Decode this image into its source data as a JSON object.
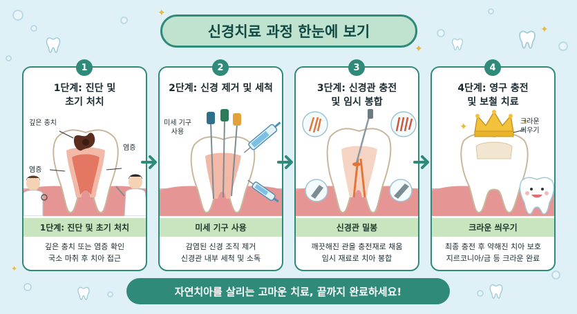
{
  "title": "신경치료 과정 한눈에 보기",
  "steps": [
    {
      "number": "1",
      "title_line1": "1단계: 진단 및",
      "title_line2": "초기 처치",
      "labels": [
        "깊은 충치",
        "염증",
        "염증"
      ],
      "caption": "1단계: 진단 및 초기 처치",
      "desc_line1": "깊은 충치 또는 염증 확인",
      "desc_line2": "국소 마취 후 치아 접근"
    },
    {
      "number": "2",
      "title_line1": "2단계: 신경 제거 및 세척",
      "title_line2": "",
      "labels": [
        "미세 기구",
        "사용"
      ],
      "caption": "미세 기구 사용",
      "desc_line1": "감염된 신경 조직 제거",
      "desc_line2": "신경관 내부 세척 및 소독"
    },
    {
      "number": "3",
      "title_line1": "3단계: 신경관 충전",
      "title_line2": "및 임시 봉합",
      "labels": [],
      "caption": "신경관 밀봉",
      "desc_line1": "깨끗해진 관을 충전재로 채움",
      "desc_line2": "임시 재료로 치아 봉합"
    },
    {
      "number": "4",
      "title_line1": "4단계: 영구 충전",
      "title_line2": "및 보철 치료",
      "labels": [
        "크라운",
        "씌우기"
      ],
      "caption": "크라운 씌우기",
      "desc_line1": "최종 충전 후 약해진 치아 보호",
      "desc_line2": "지르코니아/금 등 크라운 완료"
    }
  ],
  "footer": "자연치아를 살리는 고마운 치료, 끝까지 완료하세요!",
  "colors": {
    "background": "#dff0f6",
    "accent": "#2f8a7a",
    "title_banner": "#bfe3cf",
    "caption_bar": "#c9e5bf",
    "gum": "#e8a0a0",
    "decay": "#5a2d1e",
    "crown": "#f2c23c"
  },
  "icons": [
    "tooth-icon",
    "crown-icon",
    "syringe-icon",
    "file-instrument-icon",
    "arrow-right-icon",
    "sparkle-icon"
  ]
}
